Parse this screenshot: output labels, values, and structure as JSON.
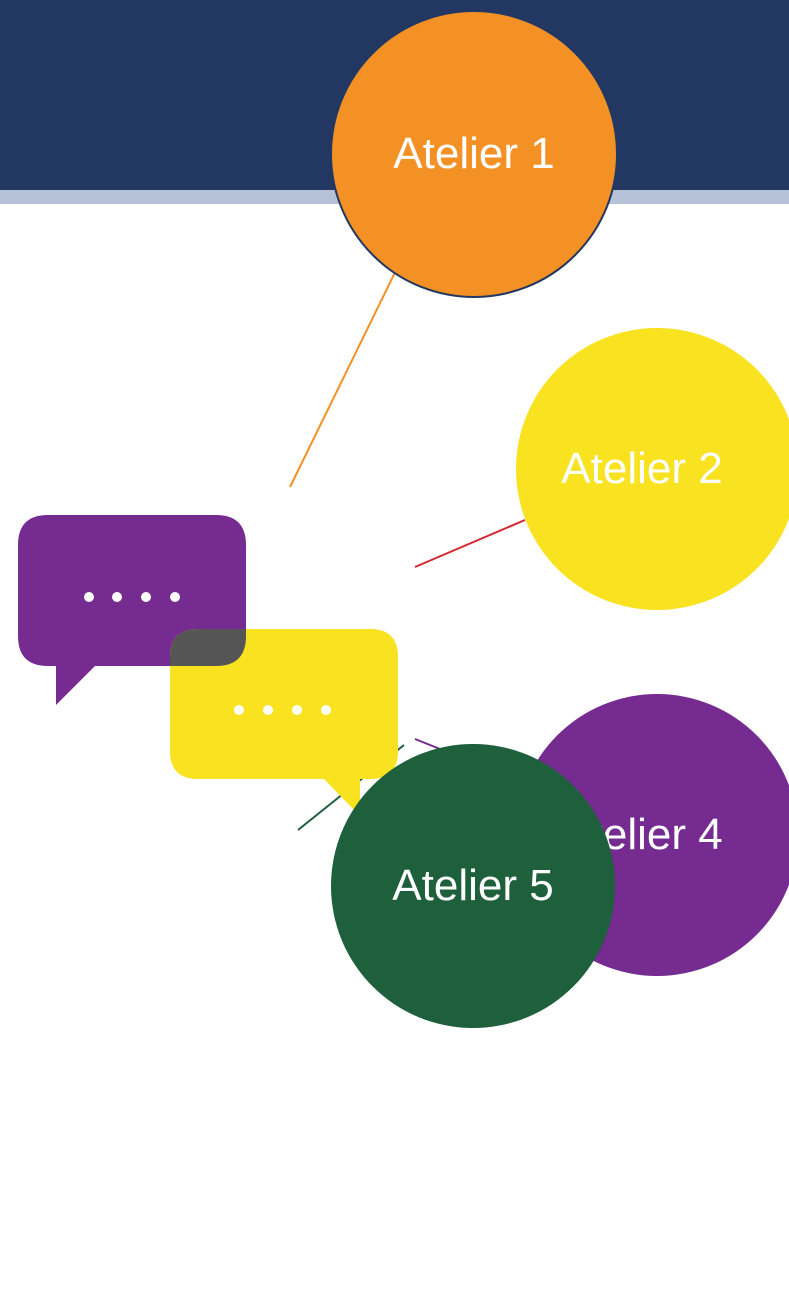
{
  "nodes": [
    {
      "id": "atelier-1",
      "label": "Atelier 1",
      "color": "#f39124"
    },
    {
      "id": "atelier-2",
      "label": "Atelier 2",
      "color": "#f9e21f"
    },
    {
      "id": "atelier-4",
      "label": "Atelier 4",
      "color": "#762b91"
    },
    {
      "id": "atelier-5",
      "label": "Atelier 5",
      "color": "#1e5f3c"
    }
  ],
  "icon": {
    "name": "chat-bubbles-icon",
    "colors": [
      "#762b91",
      "#f9e21f"
    ]
  },
  "colors": {
    "banner": "#223863",
    "banner_rule": "#b4c1d6"
  }
}
